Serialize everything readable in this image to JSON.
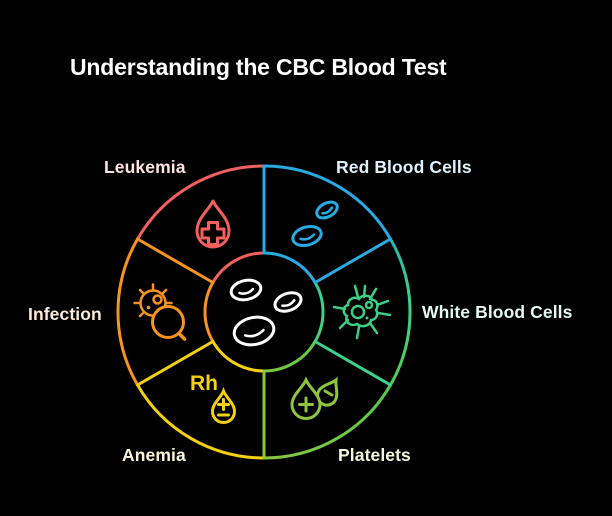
{
  "title": "Understanding the CBC Blood Test",
  "background_color": "#000000",
  "title_color": "#FFFFFF",
  "wheel": {
    "center_icon": "red-blood-cells-cluster-icon",
    "segments": [
      {
        "id": "leukemia",
        "label": "Leukemia",
        "position": "top-left",
        "color": "#F2615E",
        "label_color": "#FFE3E0",
        "icon": "blood-drop-cross-icon"
      },
      {
        "id": "red-blood-cells",
        "label": "Red Blood Cells",
        "position": "top-right",
        "color": "#29ABE2",
        "label_color": "#DEF2FD",
        "icon": "red-blood-cells-icon"
      },
      {
        "id": "white-blood-cells",
        "label": "White Blood Cells",
        "position": "right",
        "color": "#3ECF87",
        "label_color": "#E4FAF0",
        "icon": "white-blood-cell-icon"
      },
      {
        "id": "platelets",
        "label": "Platelets",
        "position": "bottom-right",
        "color": "#8CC63F",
        "label_color": "#F1F9D9",
        "icon": "platelet-drops-icon"
      },
      {
        "id": "anemia",
        "label": "Anemia",
        "position": "bottom-left",
        "color": "#F3D110",
        "label_color": "#FCF6D8",
        "icon": "rh-blood-drop-icon",
        "rh_text": "Rh"
      },
      {
        "id": "infection",
        "label": "Infection",
        "position": "left",
        "color": "#F7941E",
        "label_color": "#FCEBD8",
        "icon": "bacteria-magnifier-icon"
      }
    ]
  }
}
